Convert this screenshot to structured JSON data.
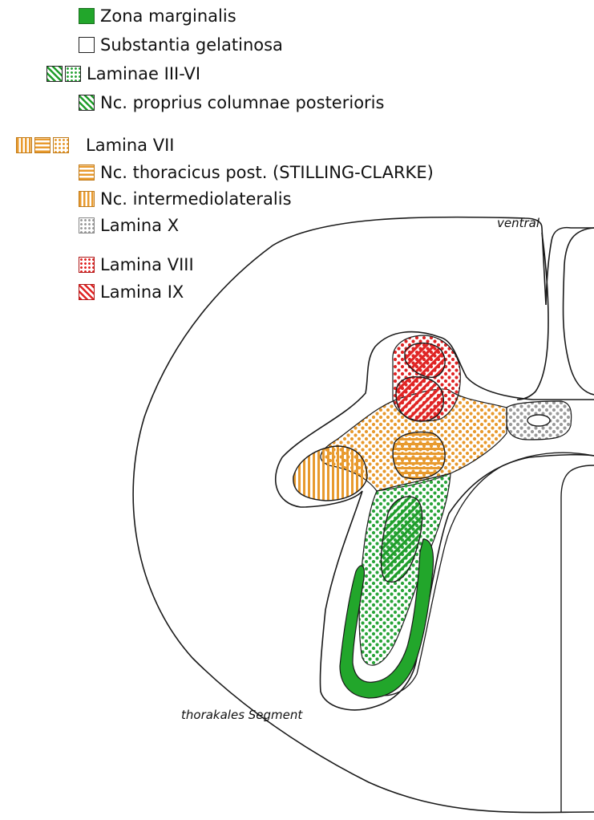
{
  "legend": {
    "items": [
      {
        "key": "zona_marginalis",
        "label": "Zona marginalis"
      },
      {
        "key": "substantia_gelatinosa",
        "label": "Substantia gelatinosa"
      },
      {
        "key": "laminae_iii_vi",
        "label": "Laminae III-VI"
      },
      {
        "key": "nc_proprius",
        "label": "Nc. proprius columnae posterioris"
      },
      {
        "key": "lamina_vii",
        "label": "Lamina VII"
      },
      {
        "key": "nc_thoracicus",
        "label": "Nc. thoracicus post. (STILLING-CLARKE)"
      },
      {
        "key": "nc_intermediolateralis",
        "label": "Nc. intermediolateralis"
      },
      {
        "key": "lamina_x",
        "label": "Lamina X"
      },
      {
        "key": "lamina_viii",
        "label": "Lamina VIII"
      },
      {
        "key": "lamina_ix",
        "label": "Lamina IX"
      }
    ]
  },
  "diagram": {
    "label_ventral": "ventral",
    "label_segment": "thorakales Segment"
  },
  "colors": {
    "green": "#22a62b",
    "green_pattern": "#1f9e2a",
    "orange": "#e89a2e",
    "red": "#e02424",
    "gray": "#9a9a9a",
    "outline": "#1a1a1a"
  }
}
